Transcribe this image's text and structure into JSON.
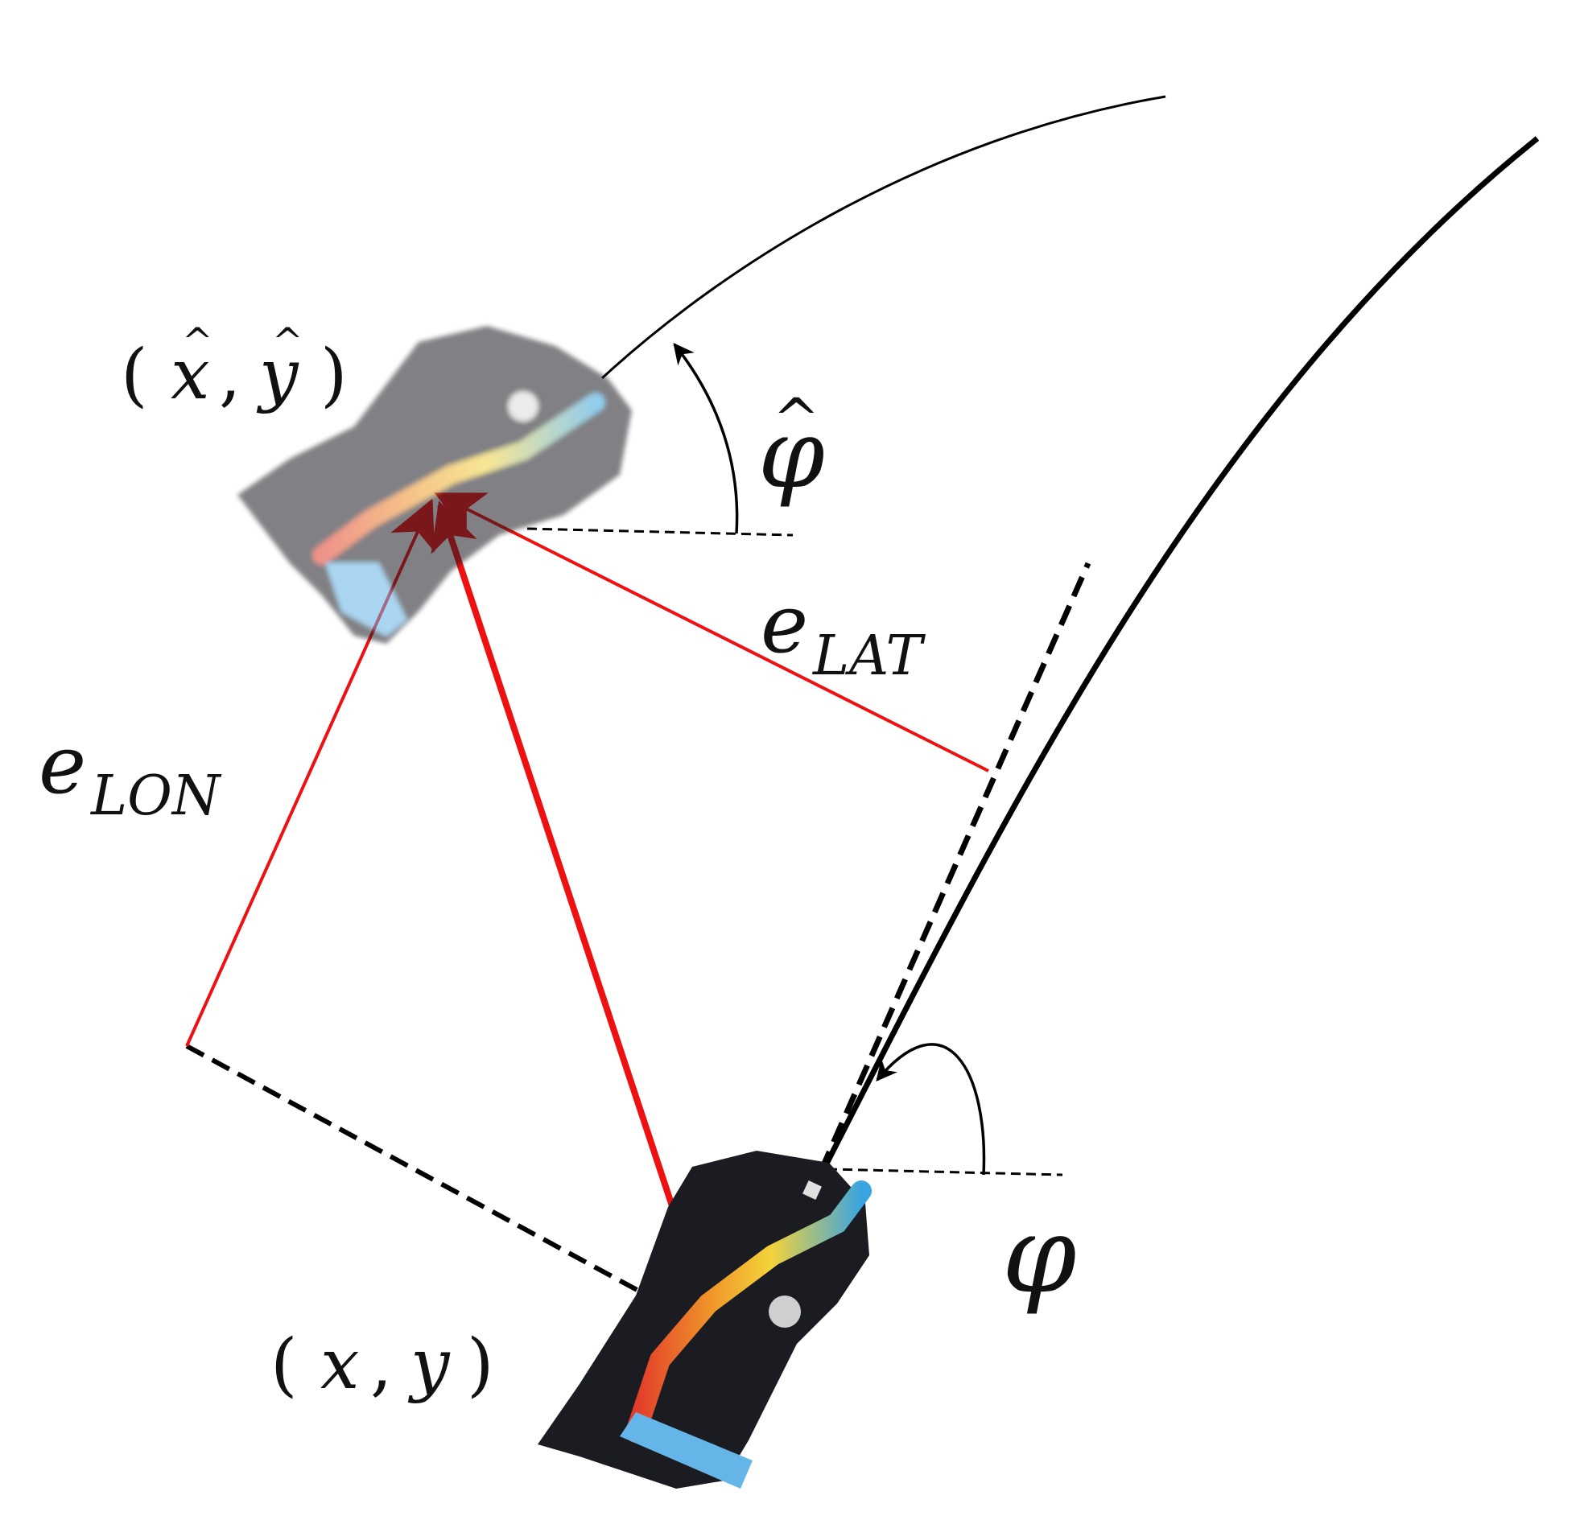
{
  "labels": {
    "estimate_pos": {
      "open": "(",
      "x": "x",
      "comma": ",",
      "y": "y",
      "close": ")",
      "hat": "^"
    },
    "actual_pos": {
      "open": "(",
      "x": "x",
      "comma": ",",
      "y": "y",
      "close": ")"
    },
    "phi_hat": {
      "symbol": "φ",
      "hat": "^"
    },
    "phi": {
      "symbol": "φ"
    },
    "e_lat": {
      "base": "e",
      "sub": "LAT"
    },
    "e_lon": {
      "base": "e",
      "sub": "LON"
    }
  },
  "colors": {
    "error_vector": "#ee1111",
    "path": "#000000",
    "reference": "#000000",
    "vehicle_body": "#1b1b22",
    "vehicle_board": "#66b5e8"
  },
  "icons": {
    "estimated_vehicle": "rc-car-faded-icon",
    "actual_vehicle": "rc-car-icon"
  }
}
